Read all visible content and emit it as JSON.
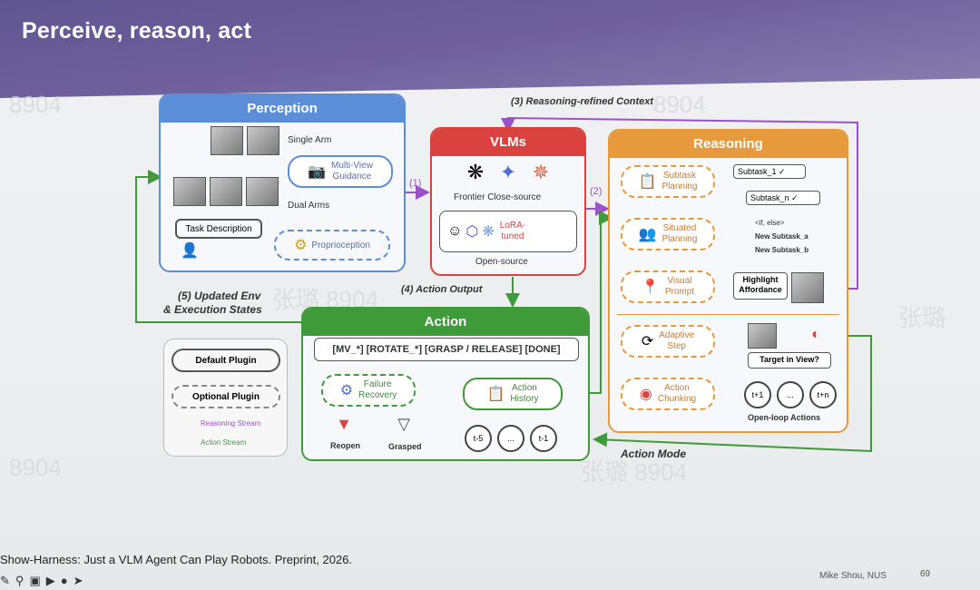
{
  "slide": {
    "title": "Perceive, reason, act",
    "citation": "Show-Harness: Just a VLM Agent Can Play Robots. Preprint, 2026.",
    "author": "Mike Shou, NUS",
    "page_number": "69",
    "watermarks": [
      "8904",
      "8904",
      "张璐 8904",
      "8904",
      "张璐 8904",
      "张璐"
    ]
  },
  "perception": {
    "header": "Perception",
    "single_arm": "Single Arm",
    "dual_arms": "Dual Arms",
    "multi_view_1": "Multi-View",
    "multi_view_2": "Guidance",
    "task_description": "Task Description",
    "proprioception": "Proprioception"
  },
  "vlms": {
    "header": "VLMs",
    "frontier": "Frontier Close-source",
    "open_source": "Open-source",
    "lora_1": "LoRA-",
    "lora_2": "tuned"
  },
  "reasoning": {
    "header": "Reasoning",
    "subtask_planning_1": "Subtask",
    "subtask_planning_2": "Planning",
    "subtask_1": "Subtask_1",
    "subtask_n": "Subtask_n",
    "situated_planning_1": "Situated",
    "situated_planning_2": "Planning",
    "if_else": "<if, else>",
    "new_subtask_a": "New Subtask_a",
    "new_subtask_b": "New Subtask_b",
    "visual_prompt_1": "Visual",
    "visual_prompt_2": "Prompt",
    "highlight_affordance_1": "Highlight",
    "highlight_affordance_2": "Affordance",
    "adaptive_step_1": "Adaptive",
    "adaptive_step_2": "Step",
    "target_in_view": "Target in View?",
    "action_chunking_1": "Action",
    "action_chunking_2": "Chunking",
    "t_plus_1": "t+1",
    "ellipsis": "...",
    "t_plus_n": "t+n",
    "open_loop_actions": "Open-loop Actions"
  },
  "action": {
    "header": "Action",
    "commands": "[MV_*] [ROTATE_*] [GRASP / RELEASE] [DONE]",
    "failure_recovery_1": "Failure",
    "failure_recovery_2": "Recovery",
    "action_history_1": "Action",
    "action_history_2": "History",
    "reopen": "Reopen",
    "grasped": "Grasped",
    "t_minus_5": "t-5",
    "ellipsis": "...",
    "t_minus_1": "t-1"
  },
  "legend": {
    "default_plugin": "Default Plugin",
    "optional_plugin": "Optional Plugin",
    "reasoning_stream": "Reasoning Stream",
    "action_stream": "Action Stream"
  },
  "arrows": {
    "a1": "(1)",
    "a2": "(2)",
    "a3": "(3) Reasoning-refined Context",
    "a4": "(4) Action Output",
    "a5_1": "(5) Updated Env",
    "a5_2": "& Execution States",
    "action_mode": "Action Mode"
  },
  "colors": {
    "perception": "#5b8ed6",
    "vlms": "#d9423f",
    "reasoning": "#e69a3c",
    "action": "#3f9a3a",
    "reasoning_stream": "#9b52c9",
    "action_stream": "#3f9a3a",
    "title_bg": "#675c98"
  }
}
